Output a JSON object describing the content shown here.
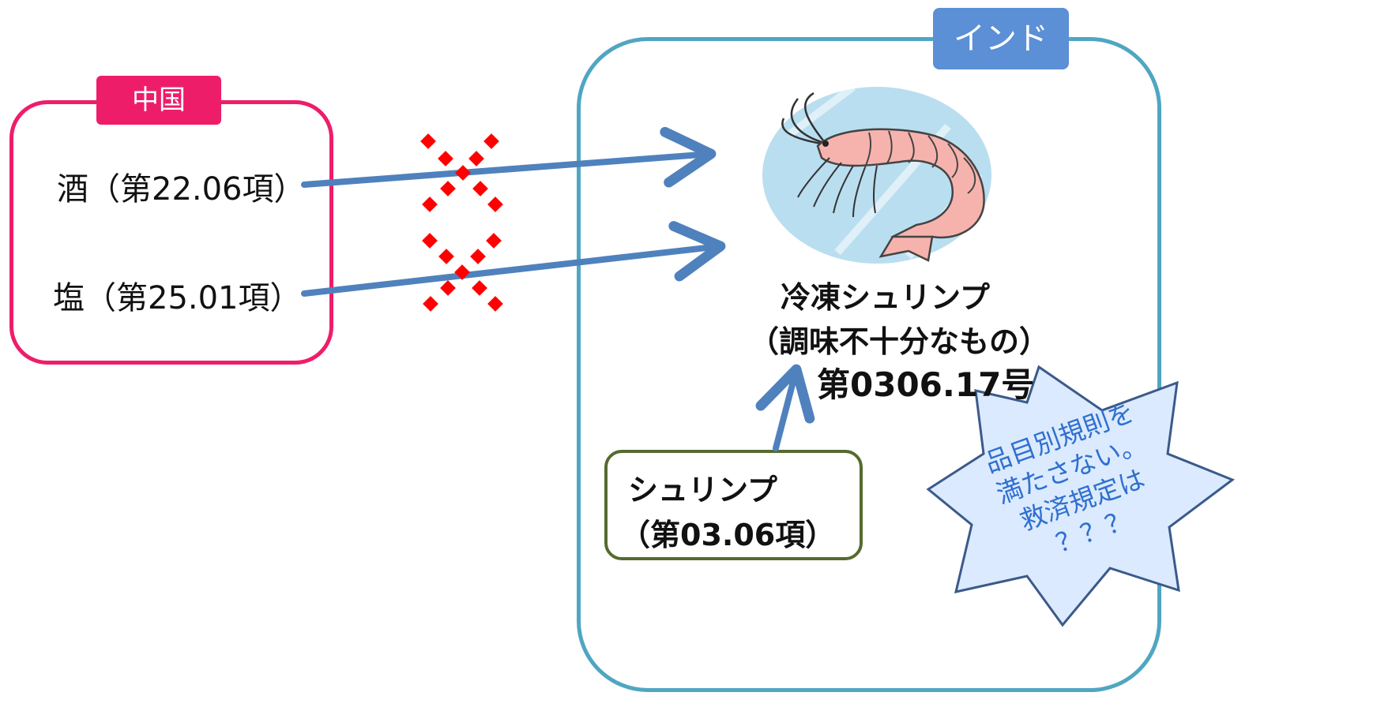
{
  "china": {
    "tag": "中国",
    "items": [
      "酒（第22.06項）",
      "塩（第25.01項）"
    ]
  },
  "india": {
    "tag": "インド",
    "product": {
      "name": "冷凍シュリンプ",
      "condition": "（調味不十分なもの）",
      "code": "第0306.17号"
    },
    "input": {
      "name": "シュリンプ",
      "code": "（第03.06項）"
    }
  },
  "star_note": [
    "品目別規則を",
    "満たさない。",
    "救済規定は",
    "？？？"
  ],
  "colors": {
    "china": "#ee1d6a",
    "india_border": "#4fa6c2",
    "india_tag": "#5b8fd6",
    "arrow": "#4f81bd",
    "cross": "#ff0000",
    "input_border": "#556b2f",
    "star_fill": "#dbeafe",
    "star_stroke": "#3b5a8a",
    "star_text": "#2f6fd0"
  },
  "icons": [
    "shrimp-illustration",
    "red-dotted-x-mark",
    "blue-arrow",
    "jagged-star-callout"
  ]
}
